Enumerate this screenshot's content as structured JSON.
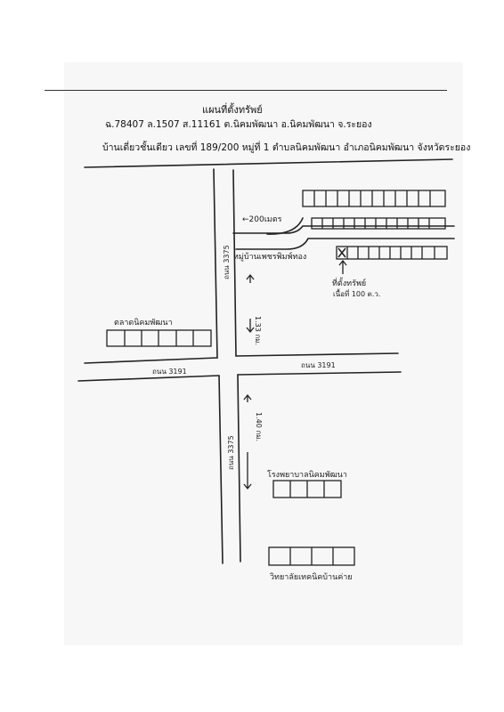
{
  "header": {
    "title": "แผนที่ตั้งทรัพย์",
    "deed_line": "ฉ.78407 ล.1507 ส.11161 ต.นิคมพัฒนา อ.นิคมพัฒนา จ.ระยอง",
    "address_line": "บ้านเดี่ยวชั้นเดียว เลขที่ 189/200 หมู่ที่ 1 ตำบลนิคมพัฒนา อำเภอนิคมพัฒนา จังหวัดระยอง"
  },
  "map": {
    "road_vertical_upper": "ถนน 3375",
    "road_vertical_lower": "ถนน 3375",
    "road_horizontal_left": "ถนน 3191",
    "road_horizontal_right": "ถนน 3191",
    "distance_up": "1.33 กม.",
    "distance_down": "1.40 กม.",
    "lane_distance": "←200เมตร",
    "village": "หมู่บ้านเพชรพิมพ์ทอง",
    "property_label": "ที่ตั้งทรัพย์",
    "property_note": "เนื้อที่ 100 ต.ว.",
    "landmark_market": "ตลาดนิคมพัฒนา",
    "landmark_hospital": "โรงพยาบาลนิคมพัฒนา",
    "landmark_school": "วิทยาลัยเทคนิคบ้านค่าย"
  },
  "colors": {
    "ink": "#222222",
    "paper": "#ffffff",
    "shade": "#f7f7f7"
  }
}
